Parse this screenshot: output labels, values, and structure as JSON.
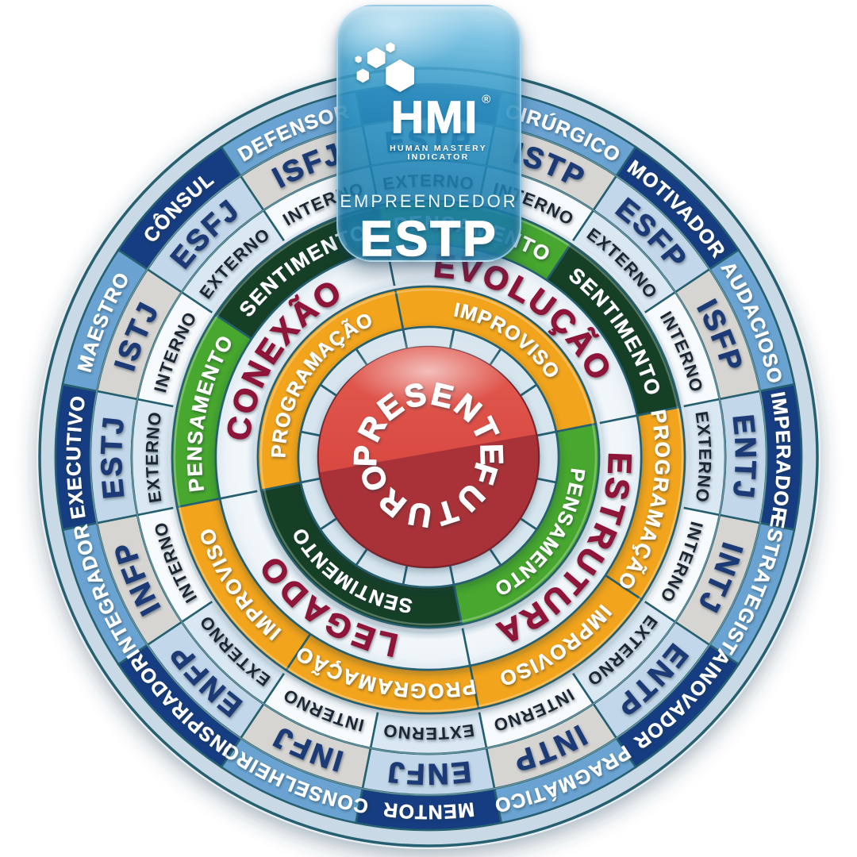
{
  "badge": {
    "logo": "HMI",
    "registered_mark": "®",
    "tagline": "HUMAN MASTERY INDICATOR",
    "role_label": "EMPREENDEDOR",
    "type_code": "ESTP",
    "icon": "hexagon-cluster-icon"
  },
  "wheel": {
    "segments": [
      {
        "type": "ESTP",
        "descriptor": "",
        "orientation": "EXTERNO"
      },
      {
        "type": "ISTP",
        "descriptor": "CIRÚRGICO",
        "orientation": "INTERNO"
      },
      {
        "type": "ESFP",
        "descriptor": "MOTIVADOR",
        "orientation": "EXTERNO"
      },
      {
        "type": "ISFP",
        "descriptor": "AUDACIOSO",
        "orientation": "INTERNO"
      },
      {
        "type": "ENTJ",
        "descriptor": "IMPERADOR",
        "orientation": "EXTERNO"
      },
      {
        "type": "INTJ",
        "descriptor": "ESTRATEGISTA",
        "orientation": "INTERNO"
      },
      {
        "type": "ENTP",
        "descriptor": "INOVADOR",
        "orientation": "EXTERNO"
      },
      {
        "type": "INTP",
        "descriptor": "PRAGMÁTICO",
        "orientation": "INTERNO"
      },
      {
        "type": "ENFJ",
        "descriptor": "MENTOR",
        "orientation": "EXTERNO"
      },
      {
        "type": "INFJ",
        "descriptor": "CONSELHEIRO",
        "orientation": "INTERNO"
      },
      {
        "type": "ENFP",
        "descriptor": "INSPIRADOR",
        "orientation": "EXTERNO"
      },
      {
        "type": "INFP",
        "descriptor": "INTEGRADOR",
        "orientation": "INTERNO"
      },
      {
        "type": "ESTJ",
        "descriptor": "EXECUTIVO",
        "orientation": "EXTERNO"
      },
      {
        "type": "ISTJ",
        "descriptor": "MAESTRO",
        "orientation": "INTERNO"
      },
      {
        "type": "ESFJ",
        "descriptor": "CÔNSUL",
        "orientation": "EXTERNO"
      },
      {
        "type": "ISFJ",
        "descriptor": "DEFENSOR",
        "orientation": "INTERNO"
      }
    ],
    "pair_ring": [
      {
        "label": "PENSAMENTO",
        "palette": "green"
      },
      {
        "label": "SENTIMENTO",
        "palette": "dark_green"
      },
      {
        "label": "PROGRAMAÇÃO",
        "palette": "orange"
      },
      {
        "label": "IMPROVISO",
        "palette": "orange"
      },
      {
        "label": "PROGRAMAÇÃO",
        "palette": "orange"
      },
      {
        "label": "IMPROVISO",
        "palette": "orange"
      },
      {
        "label": "PENSAMENTO",
        "palette": "green"
      },
      {
        "label": "SENTIMENTO",
        "palette": "dark_green"
      }
    ],
    "quadrant_ring": [
      {
        "name": "EVOLUÇÃO",
        "inner_label": "IMPROVISO",
        "inner_palette": "orange"
      },
      {
        "name": "ESTRUTURA",
        "inner_label": "PENSAMENTO",
        "inner_palette": "green"
      },
      {
        "name": "LEGADO",
        "inner_label": "SENTIMENTO",
        "inner_palette": "dark_green"
      },
      {
        "name": "CONEXÃO",
        "inner_label": "PROGRAMAÇÃO",
        "inner_palette": "orange"
      }
    ],
    "center": {
      "top_label": "PRESENTE",
      "bottom_label": "FUTURO"
    }
  },
  "palette": {
    "teal": "#25606f",
    "navy": "#133d82",
    "blue": "#6ba3d1",
    "pale_blue": "#c2d7e9",
    "gray": "#d6d5d2",
    "interno_bg": "#f8fbfd",
    "externo_bg": "#d9e8f3",
    "green": "#47a72d",
    "dark_green": "#123f27",
    "orange": "#f2a41d",
    "crimson": "#8e1238",
    "outer_band": "#c9d9e6",
    "tick_bg": "#d7e5ef",
    "ball_top": "#d7473f",
    "ball_bottom": "#a93138",
    "type_text": "#1c3b76",
    "orientation_text": "#1d2731",
    "label_white": "#ffffff",
    "badge_light": "#a8d9ef",
    "badge_mid": "#2e93c4",
    "badge_deep": "#1b7aa8"
  }
}
